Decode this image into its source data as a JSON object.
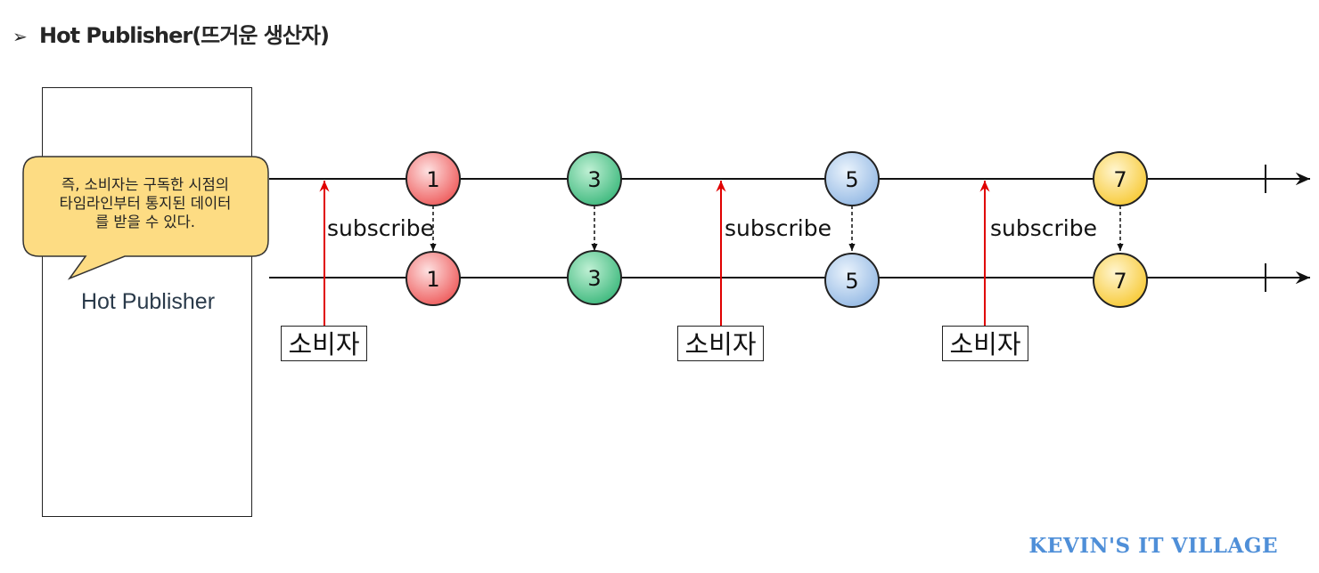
{
  "title": {
    "bullet": "➢",
    "text": "Hot Publisher(뜨거운 생산자)"
  },
  "publisher": {
    "label": "Hot Publisher"
  },
  "callout": {
    "lines": [
      "즉, 소비자는 구독한 시점의",
      "타임라인부터 통지된 데이터",
      "를 받을 수 있다."
    ],
    "fill": "#fddc83"
  },
  "timelines": {
    "top": {
      "marbles": [
        {
          "value": "1",
          "color": "#f06a6a"
        },
        {
          "value": "3",
          "color": "#3cb87c"
        },
        {
          "value": "5",
          "color": "#a8c8ec"
        },
        {
          "value": "7",
          "color": "#f8cf45"
        }
      ]
    },
    "bottom": {
      "marbles": [
        {
          "value": "1",
          "color": "#f06a6a"
        },
        {
          "value": "3",
          "color": "#3cb87c"
        },
        {
          "value": "5",
          "color": "#a8c8ec"
        },
        {
          "value": "7",
          "color": "#f8cf45"
        }
      ]
    }
  },
  "subscribe_label": "subscribe",
  "consumer_label": "소비자",
  "subscribe_arrow_color": "#e00000",
  "watermark": "KEVIN'S IT VILLAGE"
}
